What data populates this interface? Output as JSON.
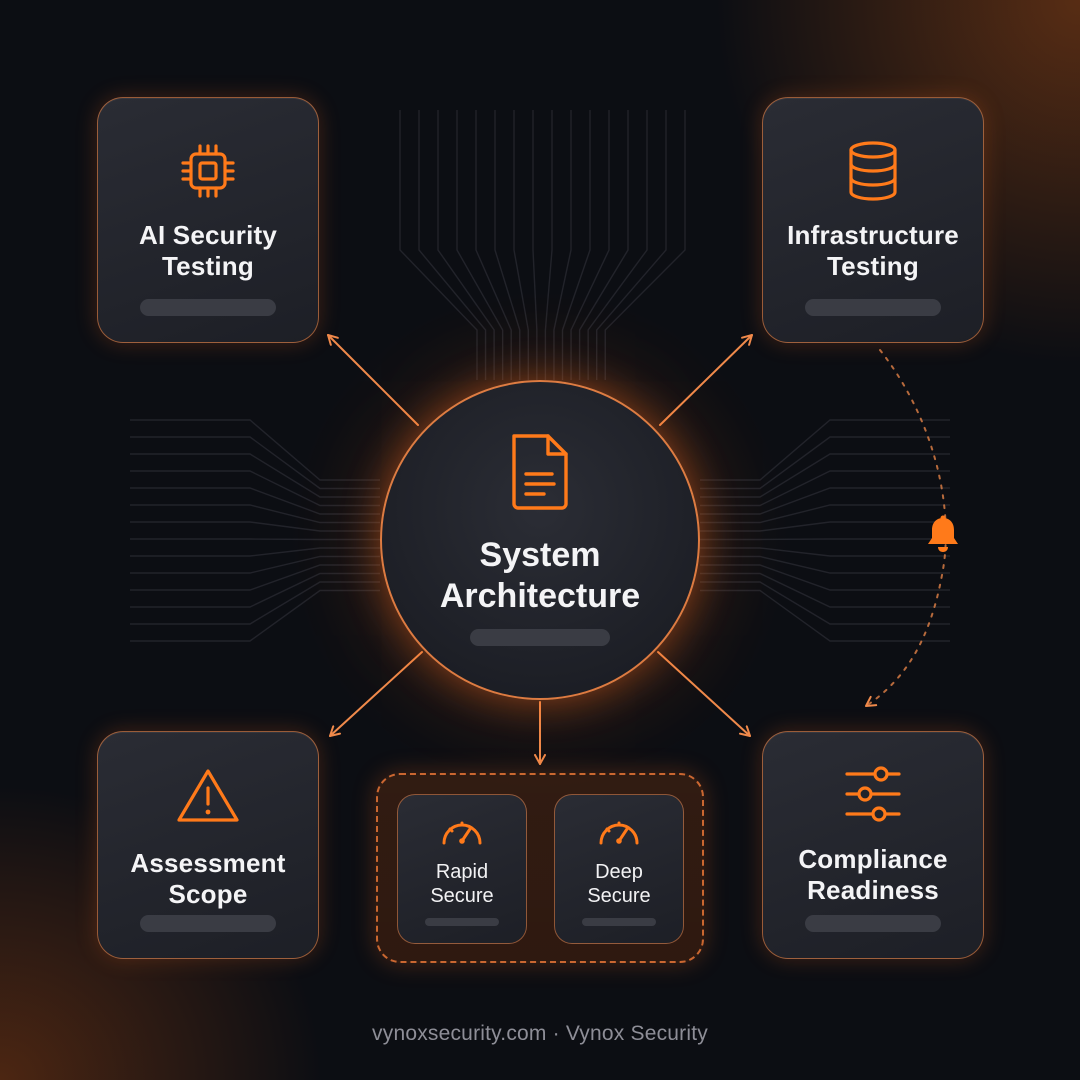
{
  "colors": {
    "accent": "#ff7a1a",
    "background": "#0c0e13",
    "card": "#24262d",
    "text": "#f4f4f6",
    "muted": "#8e8e97"
  },
  "center": {
    "title_line1": "System",
    "title_line2": "Architecture",
    "icon": "document-icon"
  },
  "nodes": {
    "top_left": {
      "line1": "AI Security",
      "line2": "Testing",
      "icon": "chip-icon"
    },
    "top_right": {
      "line1": "Infrastructure",
      "line2": "Testing",
      "icon": "database-icon"
    },
    "bottom_left": {
      "line1": "Assessment",
      "line2": "Scope",
      "icon": "warning-icon"
    },
    "bottom_right": {
      "line1": "Compliance",
      "line2": "Readiness",
      "icon": "sliders-icon"
    }
  },
  "tiers": [
    {
      "line1": "Rapid",
      "line2": "Secure",
      "icon": "speedometer-icon"
    },
    {
      "line1": "Deep",
      "line2": "Secure",
      "icon": "speedometer-icon"
    }
  ],
  "alert": {
    "icon": "bell-icon"
  },
  "footer": {
    "text": "vynoxsecurity.com · Vynox Security"
  }
}
